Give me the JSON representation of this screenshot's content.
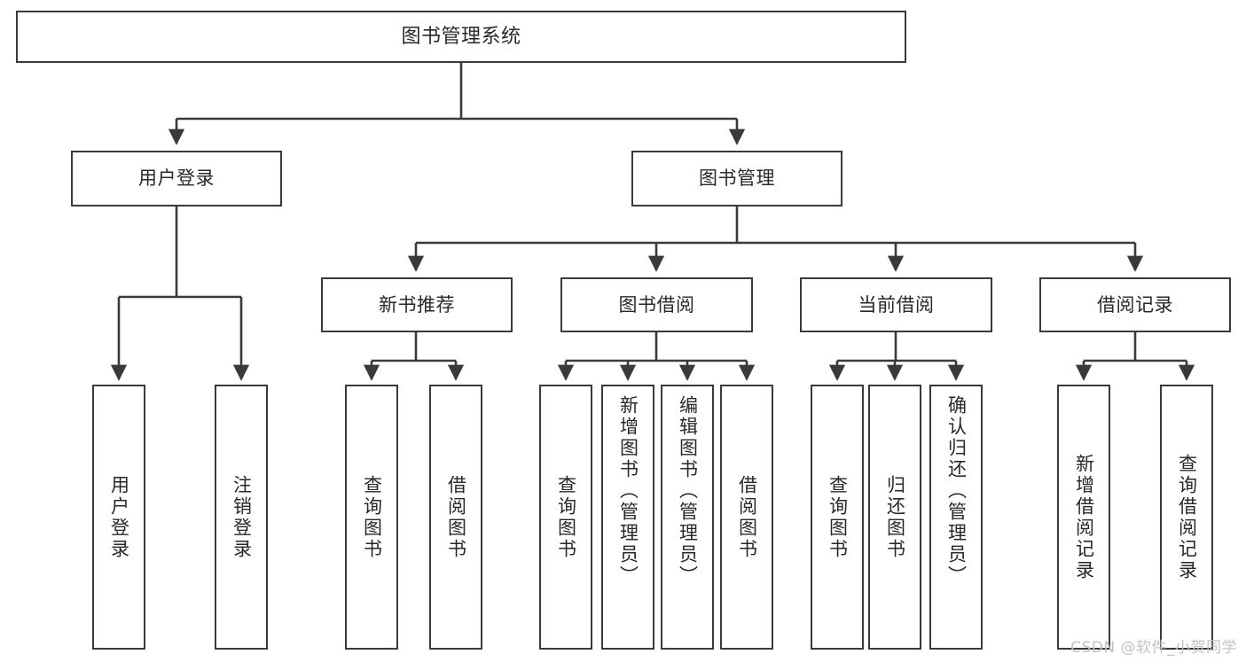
{
  "diagram": {
    "title_node": {
      "label": "图书管理系统"
    },
    "level2": [
      {
        "id": "user-login",
        "label": "用户登录"
      },
      {
        "id": "book-management",
        "label": "图书管理"
      }
    ],
    "level3": [
      {
        "id": "new-book-recommend",
        "label": "新书推荐"
      },
      {
        "id": "book-borrow",
        "label": "图书借阅"
      },
      {
        "id": "current-borrow",
        "label": "当前借阅"
      },
      {
        "id": "borrow-record",
        "label": "借阅记录"
      }
    ],
    "leaves": {
      "user_login": [
        {
          "id": "leaf-user-login",
          "label": "用户登录"
        },
        {
          "id": "leaf-logout-login",
          "label": "注销登录"
        }
      ],
      "new_book_recommend": [
        {
          "id": "leaf-query-book-1",
          "label": "查询图书"
        },
        {
          "id": "leaf-borrow-book-1",
          "label": "借阅图书"
        }
      ],
      "book_borrow": [
        {
          "id": "leaf-query-book-2",
          "label": "查询图书"
        },
        {
          "id": "leaf-add-book",
          "label": "新增图书（管理员）"
        },
        {
          "id": "leaf-edit-book",
          "label": "编辑图书（管理员）"
        },
        {
          "id": "leaf-borrow-book-2",
          "label": "借阅图书"
        }
      ],
      "current_borrow": [
        {
          "id": "leaf-query-book-3",
          "label": "查询图书"
        },
        {
          "id": "leaf-return-book",
          "label": "归还图书"
        },
        {
          "id": "leaf-confirm-return",
          "label": "确认归还（管理员）"
        }
      ],
      "borrow_record": [
        {
          "id": "leaf-add-record",
          "label": "新增借阅记录"
        },
        {
          "id": "leaf-query-record",
          "label": "查询借阅记录"
        }
      ]
    },
    "watermark": {
      "text": "CSDN @软件_小贺同学"
    },
    "colors": {
      "stroke": "#3a3a3a",
      "edge": "#3a3a3a",
      "background": "#ffffff",
      "text": "#26282b",
      "watermark": "#c2c2c2"
    }
  }
}
